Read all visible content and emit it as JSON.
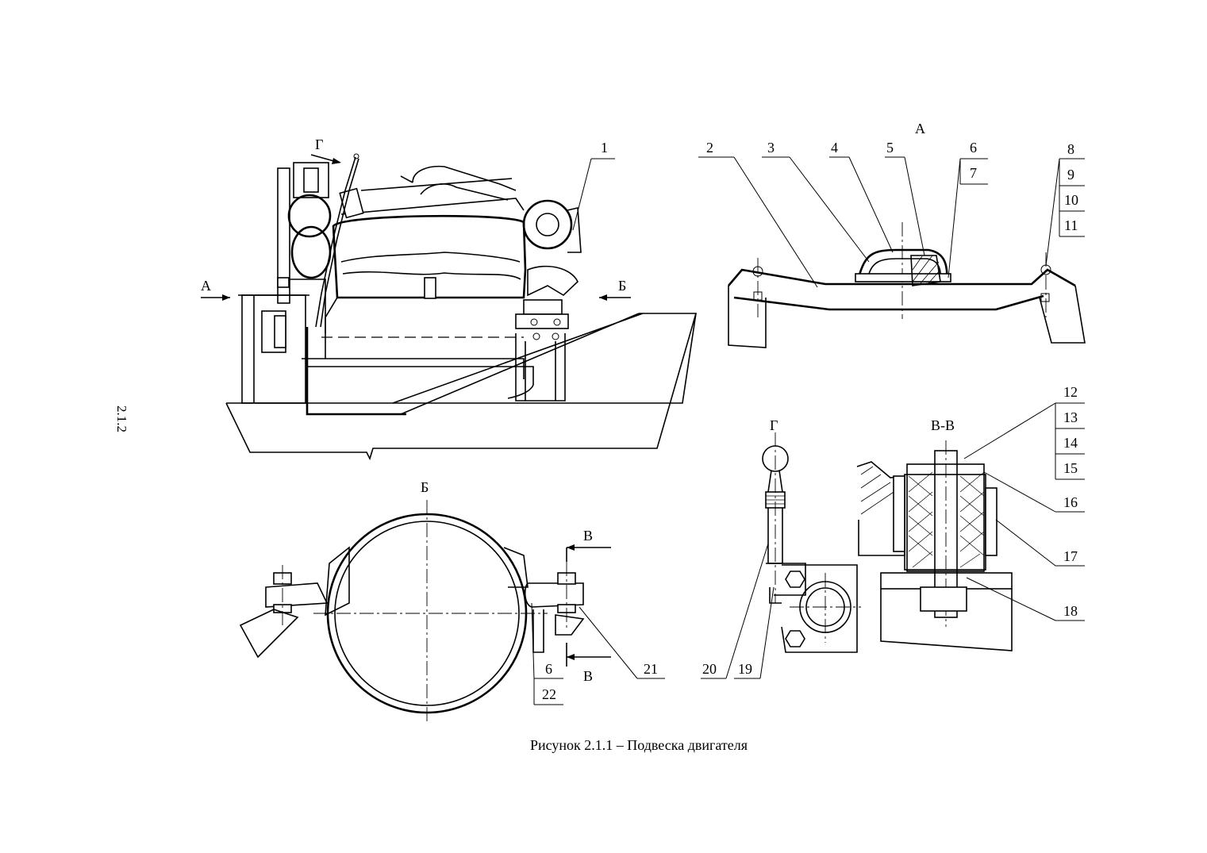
{
  "page_number": "2.1.2",
  "caption": "Рисунок 2.1.1 – Подвеска двигателя",
  "view_labels": {
    "A_top": "А",
    "A_arrow": "А",
    "B_arrow": "Б",
    "G_arrow": "Г",
    "B_view": "Б",
    "G_view": "Г",
    "V_section": "В-В",
    "V_top": "В",
    "V_bottom": "В"
  },
  "callouts": [
    "1",
    "2",
    "3",
    "4",
    "5",
    "6",
    "7",
    "8",
    "9",
    "10",
    "11",
    "12",
    "13",
    "14",
    "15",
    "16",
    "17",
    "18",
    "19",
    "20",
    "21",
    "6",
    "22"
  ]
}
